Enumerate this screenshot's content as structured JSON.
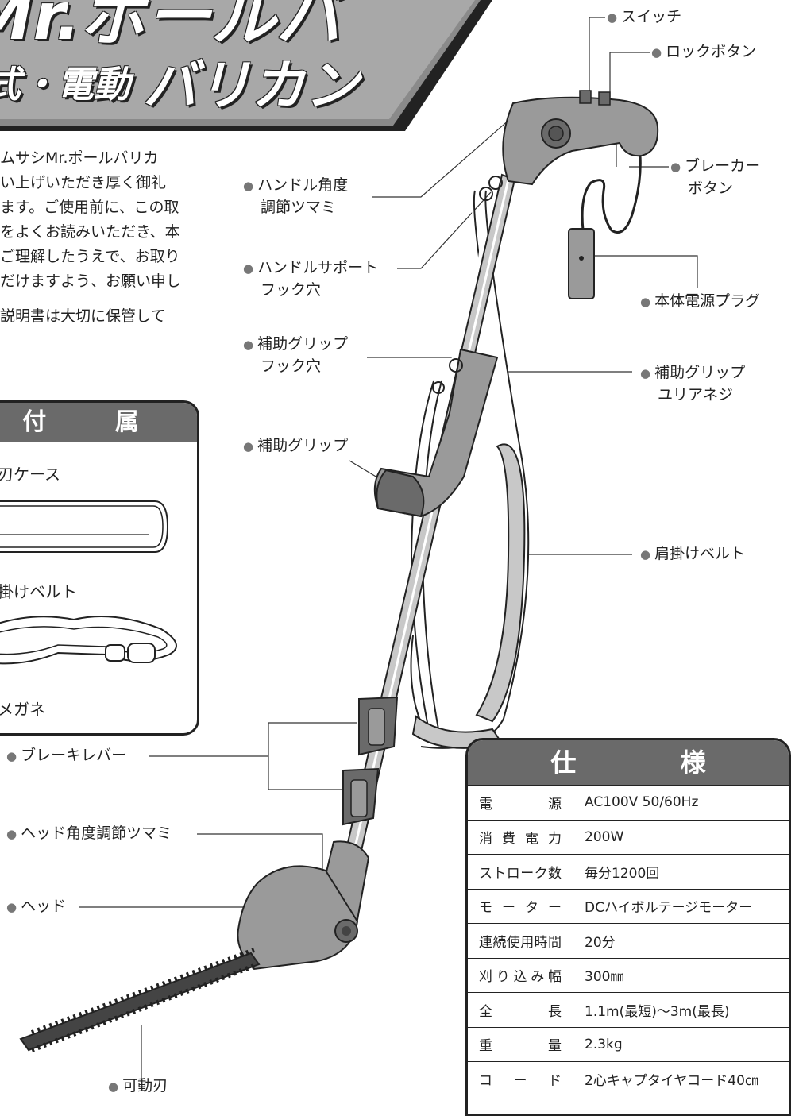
{
  "banner": {
    "line1": "Mr.ポールバ",
    "line2_prefix": "式・電動",
    "line2_main": "バリカン"
  },
  "intro": {
    "lines": [
      "ムサシMr.ポールバリカ",
      "い上げいただき厚く御礼",
      "ます。ご使用前に、この取",
      "をよくお読みいただき、本",
      "ご理解したうえで、お取り",
      "だけますよう、お願い申し"
    ],
    "note": "説明書は大切に保管して"
  },
  "accessories": {
    "title": "付 属 品",
    "items": [
      "刃ケース",
      "掛けベルト",
      "メガネ"
    ]
  },
  "labels": {
    "switch": "スイッチ",
    "lock_button": "ロックボタン",
    "breaker_button_1": "ブレーカー",
    "breaker_button_2": "ボタン",
    "handle_angle_1": "ハンドル角度",
    "handle_angle_2": "調節ツマミ",
    "handle_support_1": "ハンドルサポート",
    "handle_support_2": "フック穴",
    "power_plug": "本体電源プラグ",
    "aux_grip_hook_1": "補助グリップ",
    "aux_grip_hook_2": "フック穴",
    "aux_grip_screw_1": "補助グリップ",
    "aux_grip_screw_2": "ユリアネジ",
    "aux_grip": "補助グリップ",
    "shoulder_belt": "肩掛けベルト",
    "brake_lever": "ブレーキレバー",
    "head_angle": "ヘッド角度調節ツマミ",
    "head": "ヘッド",
    "moving_blade": "可動刃"
  },
  "spec": {
    "title": "仕 様",
    "rows": [
      {
        "key": "電　　源",
        "value": "AC100V 50/60Hz"
      },
      {
        "key": "消費電力",
        "value": "200W"
      },
      {
        "key": "ストローク数",
        "value": "毎分1200回"
      },
      {
        "key": "モーター",
        "value": "DCハイボルテージモーター"
      },
      {
        "key": "連続使用時間",
        "value": "20分"
      },
      {
        "key": "刈り込み幅",
        "value": "300㎜"
      },
      {
        "key": "全　　長",
        "value": "1.1m(最短)〜3m(最長)"
      },
      {
        "key": "重　　量",
        "value": "2.3kg"
      },
      {
        "key": "コード",
        "value": "2心キャプタイヤコード40㎝"
      }
    ]
  },
  "colors": {
    "gray_dark": "#6a6a6a",
    "gray_mid": "#9a9a9a",
    "gray_light": "#c8c8c8"
  }
}
